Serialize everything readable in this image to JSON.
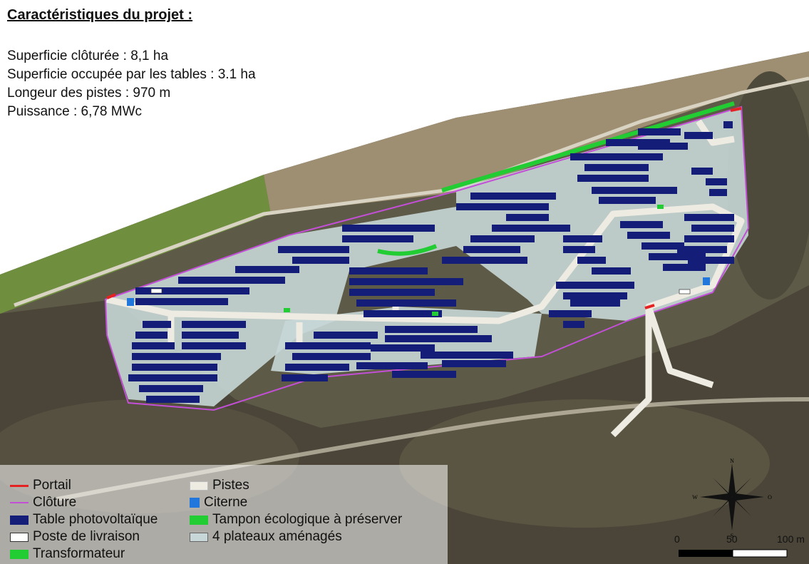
{
  "title": "Caractéristiques du projet :",
  "characteristics": [
    "Superficie clôturée : 8,1 ha",
    "Superficie occupée par les tables : 3.1 ha",
    "Longeur des pistes : 970 m",
    "Puissance : 6,78 MWc"
  ],
  "legend": {
    "portail": "Portail",
    "cloture": "Clôture",
    "table": "Table photovoltaïque",
    "poste": "Poste de livraison",
    "transformateur": "Transformateur",
    "pistes": "Pistes",
    "citerne": "Citerne",
    "tampon": "Tampon écologique à préserver",
    "plateaux": "4 plateaux aménagés"
  },
  "scale": {
    "labels": [
      "0",
      "50",
      "100 m"
    ]
  },
  "compass": {
    "n": "N",
    "s": "S",
    "e": "O",
    "w": "W"
  },
  "colors": {
    "portail": "#e52222",
    "cloture": "#c24fd6",
    "table": "#141e78",
    "poste": "#ffffff",
    "transformateur": "#22cc33",
    "pistes": "#eeebe2",
    "citerne": "#2277dd",
    "tampon": "#22cc33",
    "plateaux": "#c7d6d6"
  }
}
